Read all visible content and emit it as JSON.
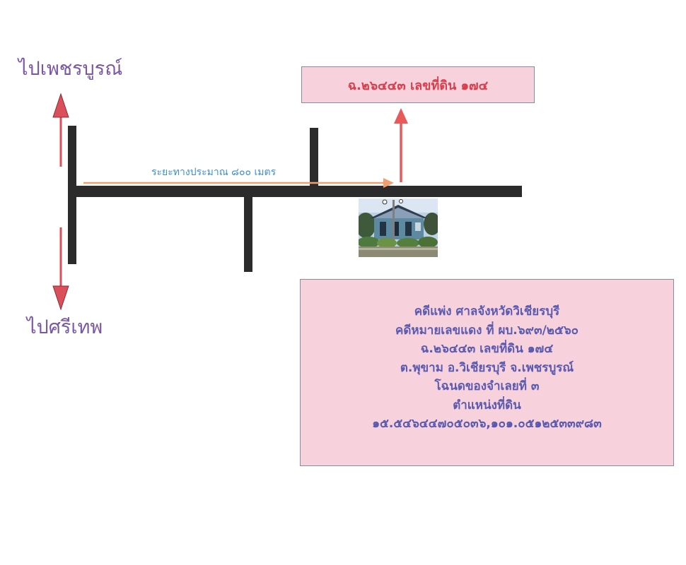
{
  "directions": {
    "north_label": "ไปเพชรบูรณ์",
    "south_label": "ไปศรีเทพ"
  },
  "route": {
    "distance_label": "ระยะทางประมาณ ๘๐๐ เมตร"
  },
  "parcel": {
    "label": "ฉ.๒๖๔๔๓ เลขที่ดิน ๑๗๔"
  },
  "info": {
    "lines": [
      "คดีแพ่ง ศาลจังหวัดวิเชียรบุรี",
      "คดีหมายเลขแดง ที่ ผบ.๖๙๓/๒๕๖๐",
      "ฉ.๒๖๔๔๓ เลขที่ดิน ๑๗๔",
      "ต.พุขาม อ.วิเชียรบุรี จ.เพชรบูรณ์",
      "โฉนดของจำเลยที่ ๓",
      "ตำแหน่งที่ดิน",
      "๑๕.๕๔๖๔๔๗๐๕๐๓๖,๑๐๑.๐๕๑๒๕๓๓๙๘๓"
    ]
  },
  "colors": {
    "road": "#2b2b2b",
    "direction_arrow": "#d9505a",
    "distance_arrow": "#f0a070",
    "parcel_arrow": "#e85a5a",
    "box_fill": "#f7d2dc",
    "direction_text": "#7a56a6",
    "info_text": "#5a5ab0",
    "parcel_text": "#d8404e",
    "distance_text": "#3d8fd3"
  },
  "icons": {
    "house": "house-photo",
    "north_arrow": "double-arrow-up-icon",
    "south_arrow": "double-arrow-down-icon"
  }
}
